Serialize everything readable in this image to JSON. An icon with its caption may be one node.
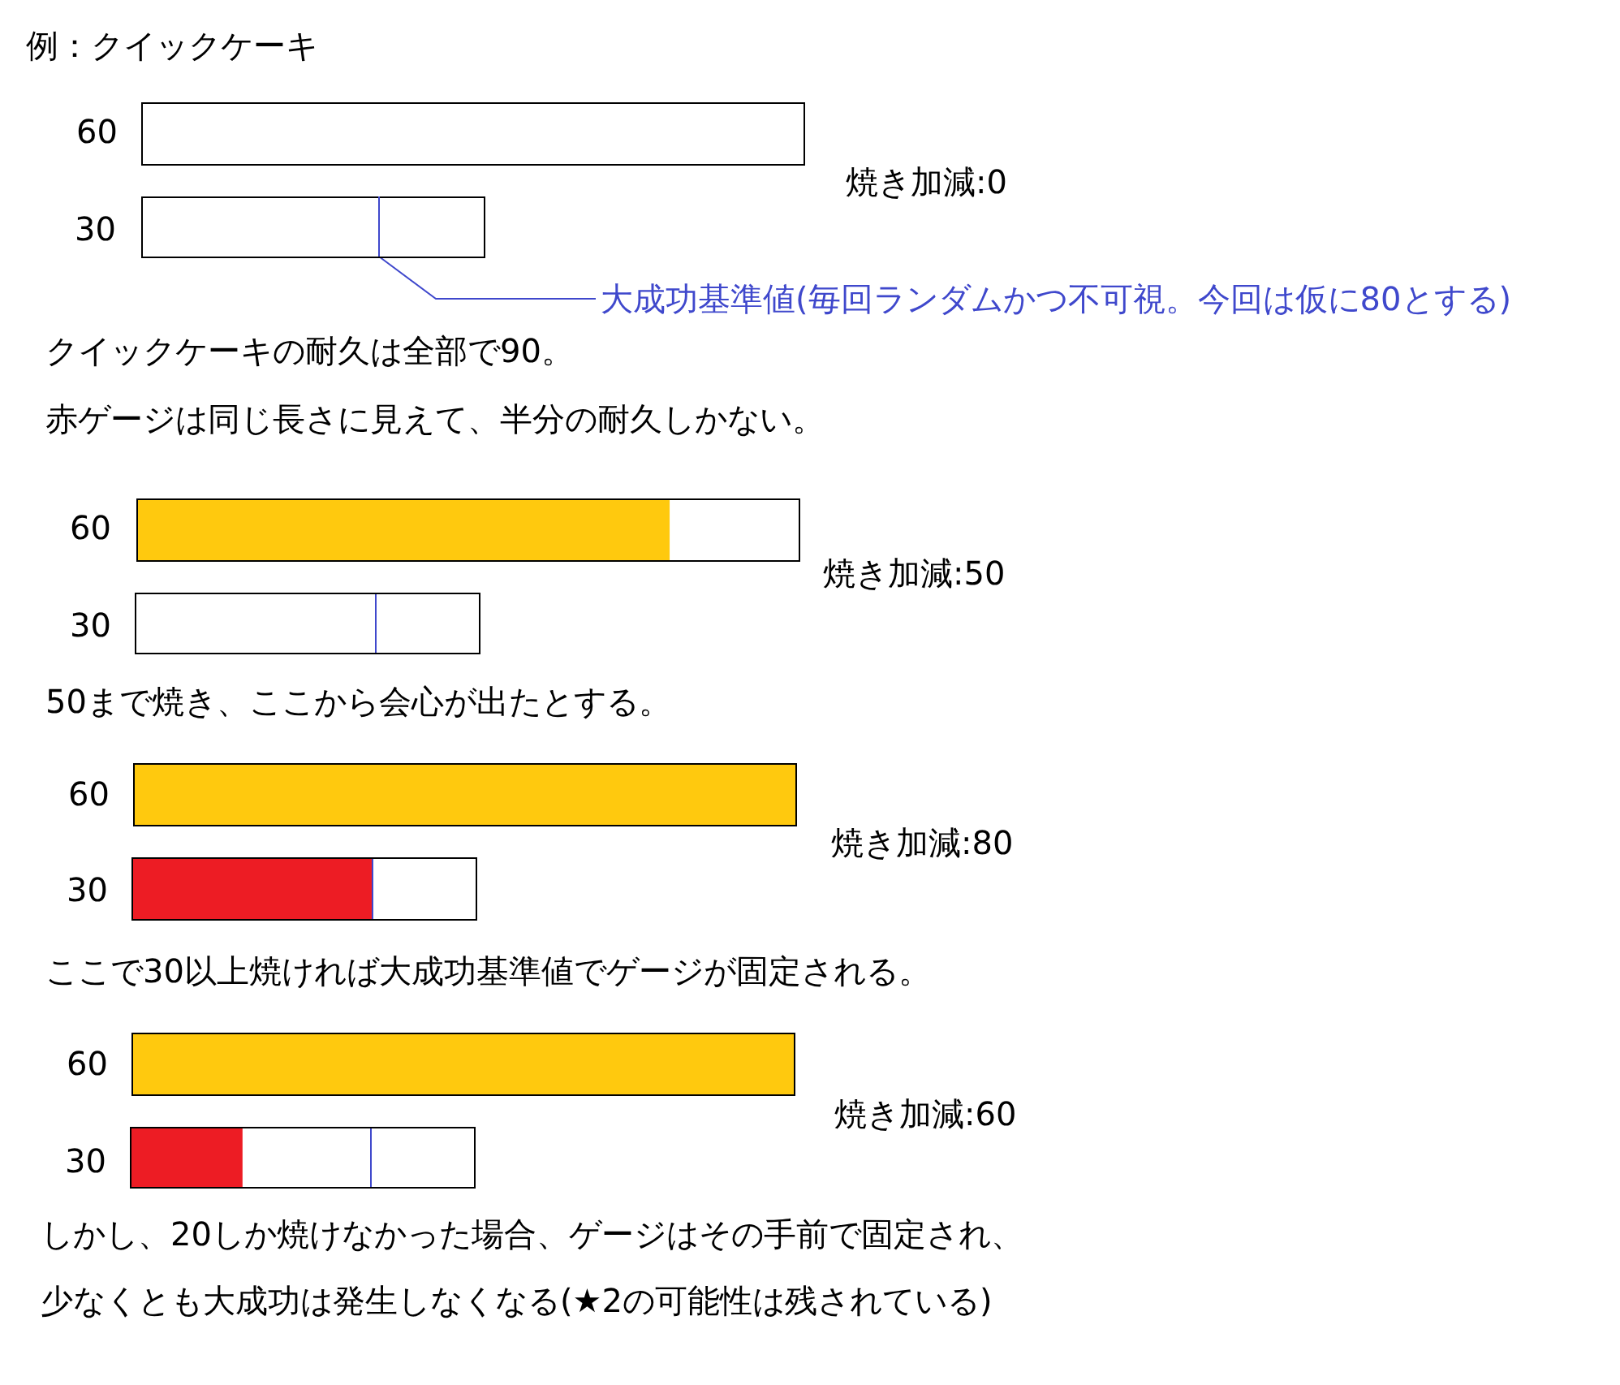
{
  "diagram": {
    "title": "例：クイックケーキ",
    "nodes": [
      {
        "text": [],
        "shape": "line"
      },
      {
        "text": [
          "大成功基準値(毎回ランダムかつ不可視。今回は仮に80とする)"
        ]
      }
    ],
    "edges": [
      {
        "from": 1,
        "to": 0,
        "arrow": "none"
      }
    ],
    "labels": [
      "60",
      "焼き加減:0",
      "30",
      "クイックケーキの耐久は全部で90。",
      "赤ゲージは同じ長さに見えて、半分の耐久しかない。",
      "60",
      "焼き加減:50",
      "30",
      "50まで焼き、ここから会心が出たとする。",
      "60",
      "焼き加減:80",
      "30",
      "ここで30以上焼ければ大成功基準値でゲージが固定される。",
      "60",
      "焼き加減:60",
      "30",
      "しかし、20しか焼けなかった場合、ゲージはその手前で固定され、",
      "少なくとも大成功は発生しなくなる(★2の可能性は残されている)"
    ]
  }
}
